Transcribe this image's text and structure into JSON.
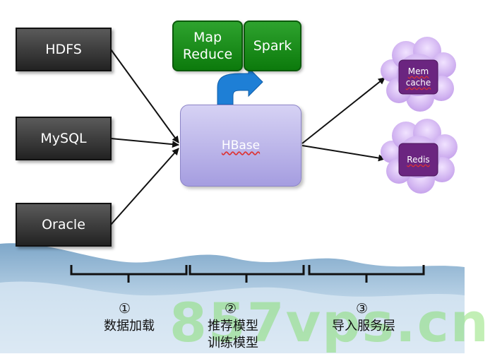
{
  "sources": [
    {
      "label": "HDFS"
    },
    {
      "label": "MySQL"
    },
    {
      "label": "Oracle"
    }
  ],
  "compute": {
    "mapreduce": "Map\nReduce",
    "spark": "Spark"
  },
  "store": {
    "label": "HBase"
  },
  "caches": [
    {
      "label": "Mem\ncache"
    },
    {
      "label": "Redis"
    }
  ],
  "stages": [
    {
      "num": "①",
      "label": "数据加载"
    },
    {
      "num": "②",
      "label": "推荐模型\n训练模型"
    },
    {
      "num": "③",
      "label": "导入服务层"
    }
  ],
  "watermark": "857vps.cn",
  "colors": {
    "green": "#1a8c1a",
    "hbase": "#b5afe8",
    "cloud": "#c9a8ee",
    "cache_box": "#6b2580",
    "arrow": "#1e7fd6"
  }
}
